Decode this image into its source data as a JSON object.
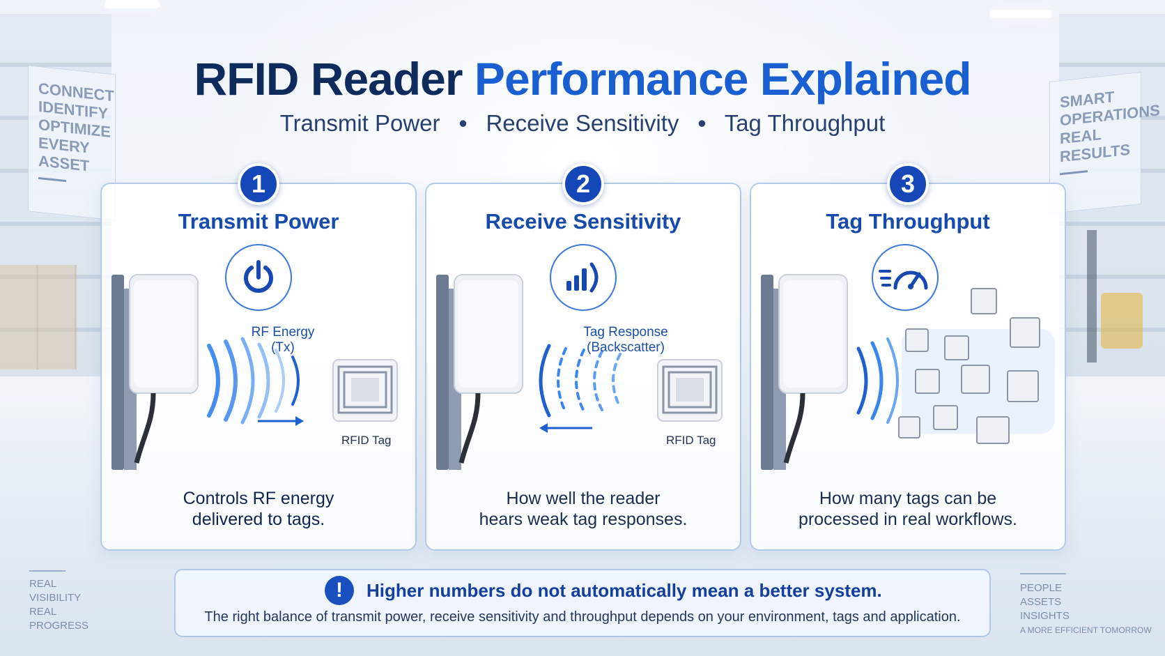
{
  "header": {
    "title_part1": "RFID Reader",
    "title_part2": "Performance Explained",
    "subtitle_items": [
      "Transmit Power",
      "Receive Sensitivity",
      "Tag Throughput"
    ],
    "separator": "•"
  },
  "cards": [
    {
      "number": "1",
      "title": "Transmit Power",
      "icon": "power-icon",
      "wave_label_line1": "RF Energy",
      "wave_label_line2": "(Tx)",
      "tag_label": "RFID Tag",
      "desc_line1": "Controls RF energy",
      "desc_line2": "delivered to tags."
    },
    {
      "number": "2",
      "title": "Receive Sensitivity",
      "icon": "signal-bars-icon",
      "wave_label_line1": "Tag Response",
      "wave_label_line2": "(Backscatter)",
      "tag_label": "RFID Tag",
      "desc_line1": "How well the reader",
      "desc_line2": "hears weak tag responses."
    },
    {
      "number": "3",
      "title": "Tag Throughput",
      "icon": "speedometer-icon",
      "desc_line1": "How many tags can be",
      "desc_line2": "processed in real workflows."
    }
  ],
  "callout": {
    "icon": "exclamation-icon",
    "heading": "Higher numbers do not automatically mean a better system.",
    "body": "The right balance of transmit power, receive sensitivity and throughput depends on your environment, tags and application."
  },
  "background_signs": {
    "left": [
      "Connect",
      "Identify",
      "Optimize",
      "Every Asset"
    ],
    "right": [
      "Smart",
      "Operations",
      "Real",
      "Results"
    ]
  },
  "corners": {
    "left": [
      "Real",
      "Visibility",
      "Real",
      "Progress"
    ],
    "right": [
      "People",
      "Assets",
      "Insights",
      "A more efficient tomorrow"
    ]
  },
  "colors": {
    "title_dark": "#0f2b5c",
    "title_accent": "#1a5fd1",
    "badge": "#1547b8",
    "wave_blue": "#2f7de8"
  }
}
